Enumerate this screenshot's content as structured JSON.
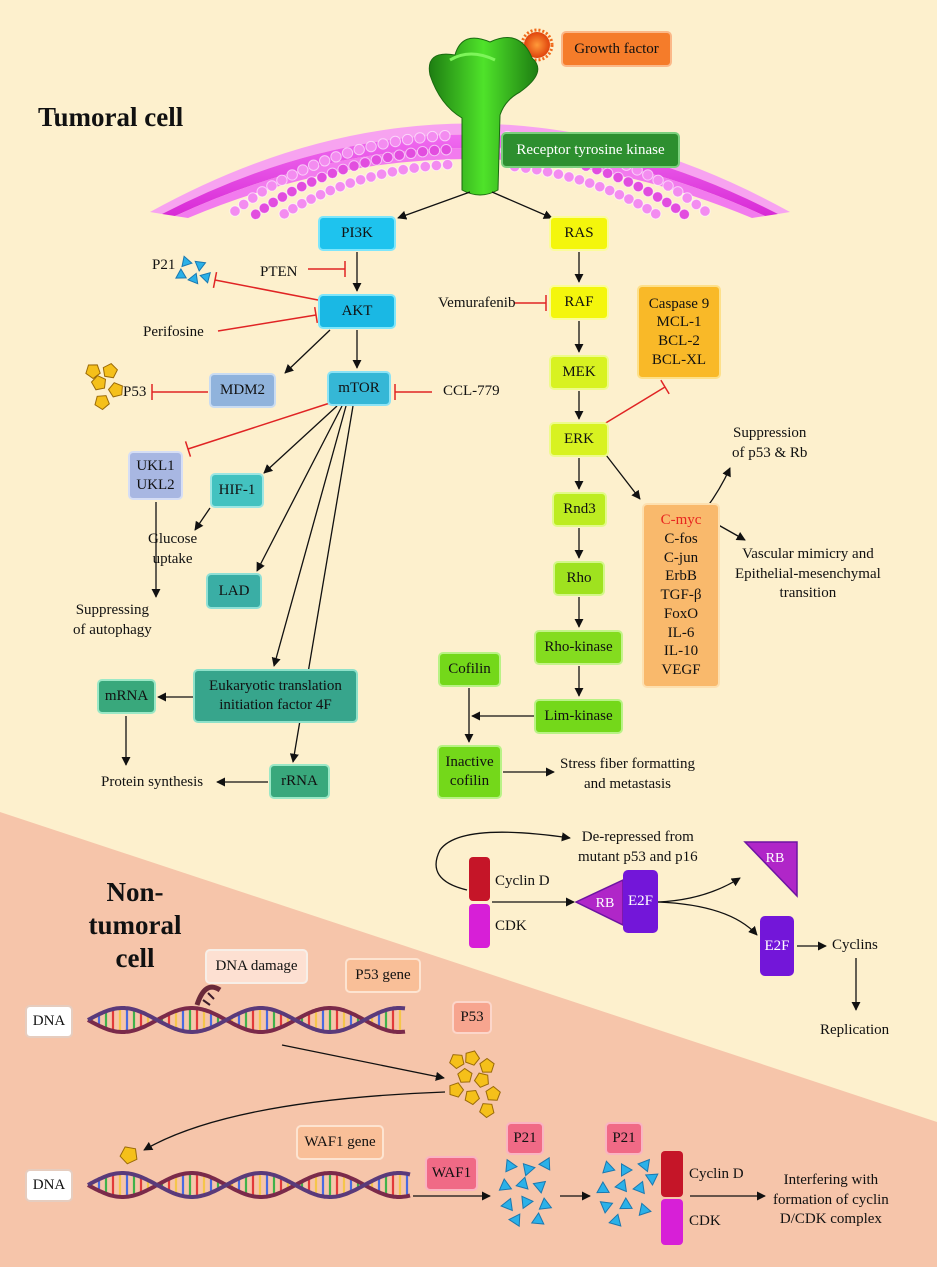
{
  "titles": {
    "tumoral_cell": "Tumoral cell",
    "non_tumoral_cell": "Non-\ntumoral cell"
  },
  "nodes": {
    "growth_factor": "Growth factor",
    "receptor_tyrosine_kinase": "Receptor tyrosine kinase",
    "pi3k": "PI3K",
    "akt": "AKT",
    "mtor": "mTOR",
    "mdm2": "MDM2",
    "ukl": "UKL1\nUKL2",
    "hif1": "HIF-1",
    "lad": "LAD",
    "eif4f": "Eukaryotic translation\ninitiation factor 4F",
    "mrna": "mRNA",
    "rrna": "rRNA",
    "ras": "RAS",
    "raf": "RAF",
    "mek": "MEK",
    "erk": "ERK",
    "rnd3": "Rnd3",
    "rho": "Rho",
    "rho_kinase": "Rho-kinase",
    "lim_kinase": "Lim-kinase",
    "cofilin": "Cofilin",
    "inactive_cofilin": "Inactive\ncofilin",
    "apoptosis_group": "Caspase 9\nMCL-1\nBCL-2\nBCL-XL",
    "c_myc": "C-myc",
    "myc_group_rest": "C-fos\nC-jun\nErbB\nTGF-β\nFoxO\nIL-6\nIL-10\nVEGF",
    "cyclin_d": "Cyclin D",
    "cdk": "CDK",
    "rb": "RB",
    "e2f": "E2F",
    "dna_1": "DNA",
    "dna_2": "DNA",
    "dna_damage": "DNA damage",
    "p53_gene": "P53 gene",
    "p53_box": "P53",
    "waf1_gene": "WAF1 gene",
    "waf1": "WAF1",
    "p21_a": "P21",
    "p21_b": "P21",
    "cyclin_d_2": "Cyclin D",
    "cdk_2": "CDK"
  },
  "labels": {
    "p21": "P21",
    "pten": "PTEN",
    "perifosine": "Perifosine",
    "p53": "P53",
    "ccl779": "CCL-779",
    "glucose_uptake": "Glucose\nuptake",
    "suppressing_autophagy": "Suppressing\nof autophagy",
    "protein_synthesis": "Protein synthesis",
    "vemurafenib": "Vemurafenib",
    "suppression_p53_rb": "Suppression\nof p53 & Rb",
    "vascular_mimicry": "Vascular mimicry and\nEpithelial-mesenchymal\ntransition",
    "stress_fiber": "Stress fiber formatting\nand metastasis",
    "derepressed": "De-repressed from\nmutant p53 and p16",
    "cyclins": "Cyclins",
    "replication": "Replication",
    "interfering": "Interfering with\nformation of cyclin\nD/CDK complex"
  },
  "colors": {
    "background_top": "#fdf0cd",
    "background_bottom": "#f6c5aa",
    "membrane": "#e63ee0",
    "inhibition_line": "#e02424",
    "c_myc_text": "#e8261f",
    "p21_molecule": "#2bb1e8",
    "p53_molecule": "#f5c01a"
  },
  "icons": {
    "growth_factor_ligand": "spiky-orange-ball",
    "receptor": "green-receptor-protein",
    "dna_helix": "dna-double-helix",
    "p21_molecules": "blue-triangles",
    "p53_molecules": "yellow-pentagons"
  }
}
